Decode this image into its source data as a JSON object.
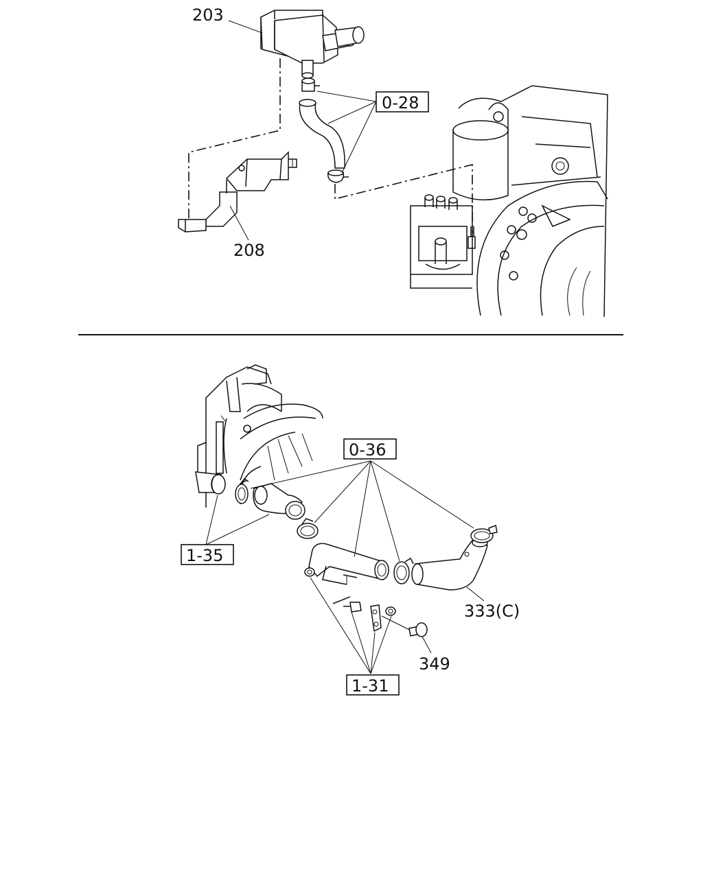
{
  "labels": {
    "p203": "203",
    "p208": "208",
    "ref_0_28": "0-28",
    "ref_0_36": "0-36",
    "ref_1_35": "1-35",
    "ref_1_31": "1-31",
    "p333c": "333(C)",
    "p349": "349"
  },
  "colors": {
    "ink": "#111111",
    "paper": "#ffffff"
  },
  "icons": [
    "vsv-valve-icon",
    "bracket-icon",
    "hose-icon",
    "clamp-icon",
    "engine-block-icon",
    "pipe-icon",
    "bolt-icon",
    "nut-icon"
  ]
}
